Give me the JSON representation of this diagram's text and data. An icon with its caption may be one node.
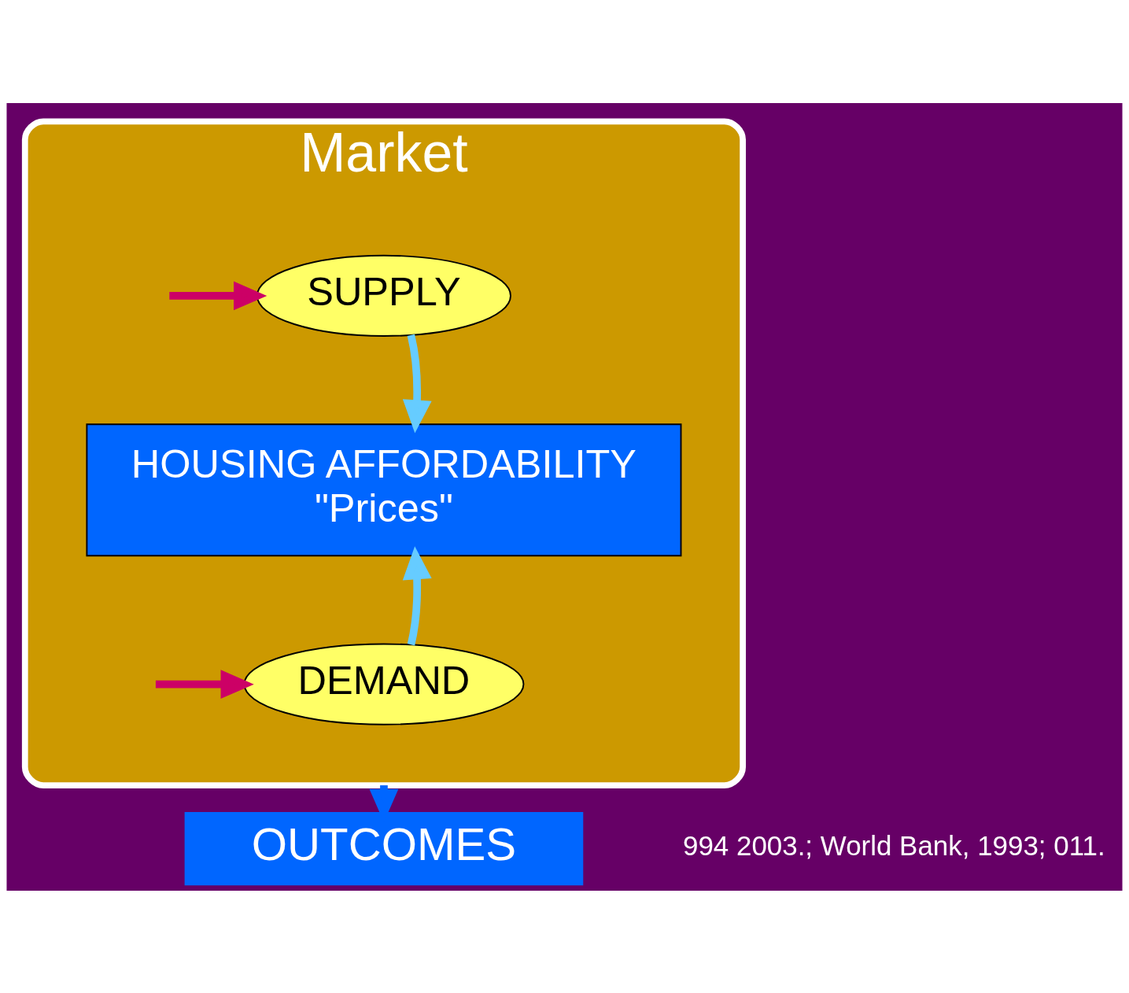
{
  "diagram": {
    "nodes": [
      {
        "text": [
          "Market"
        ]
      },
      {
        "text": [
          "SUPPLY"
        ],
        "in": 0
      },
      {
        "text": [
          "HOUSING AFFORDABILITY",
          "\"Prices\""
        ],
        "in": 0
      },
      {
        "text": [
          "DEMAND"
        ],
        "in": 0
      },
      {
        "text": [
          "OUTCOMES"
        ]
      }
    ],
    "edges": [
      {
        "from": 1,
        "to": 2,
        "arrow": "to",
        "color": "#66ccff"
      },
      {
        "from": 3,
        "to": 2,
        "arrow": "to",
        "color": "#66ccff"
      },
      {
        "from": null,
        "to": 1,
        "arrow": "to",
        "color": "#cc0066"
      },
      {
        "from": null,
        "to": 3,
        "arrow": "to",
        "color": "#cc0066"
      },
      {
        "from": 0,
        "to": 4,
        "arrow": "to",
        "color": "#0066ff"
      }
    ],
    "labels": [
      "994 2003.; World Bank, 1993; 011."
    ]
  }
}
